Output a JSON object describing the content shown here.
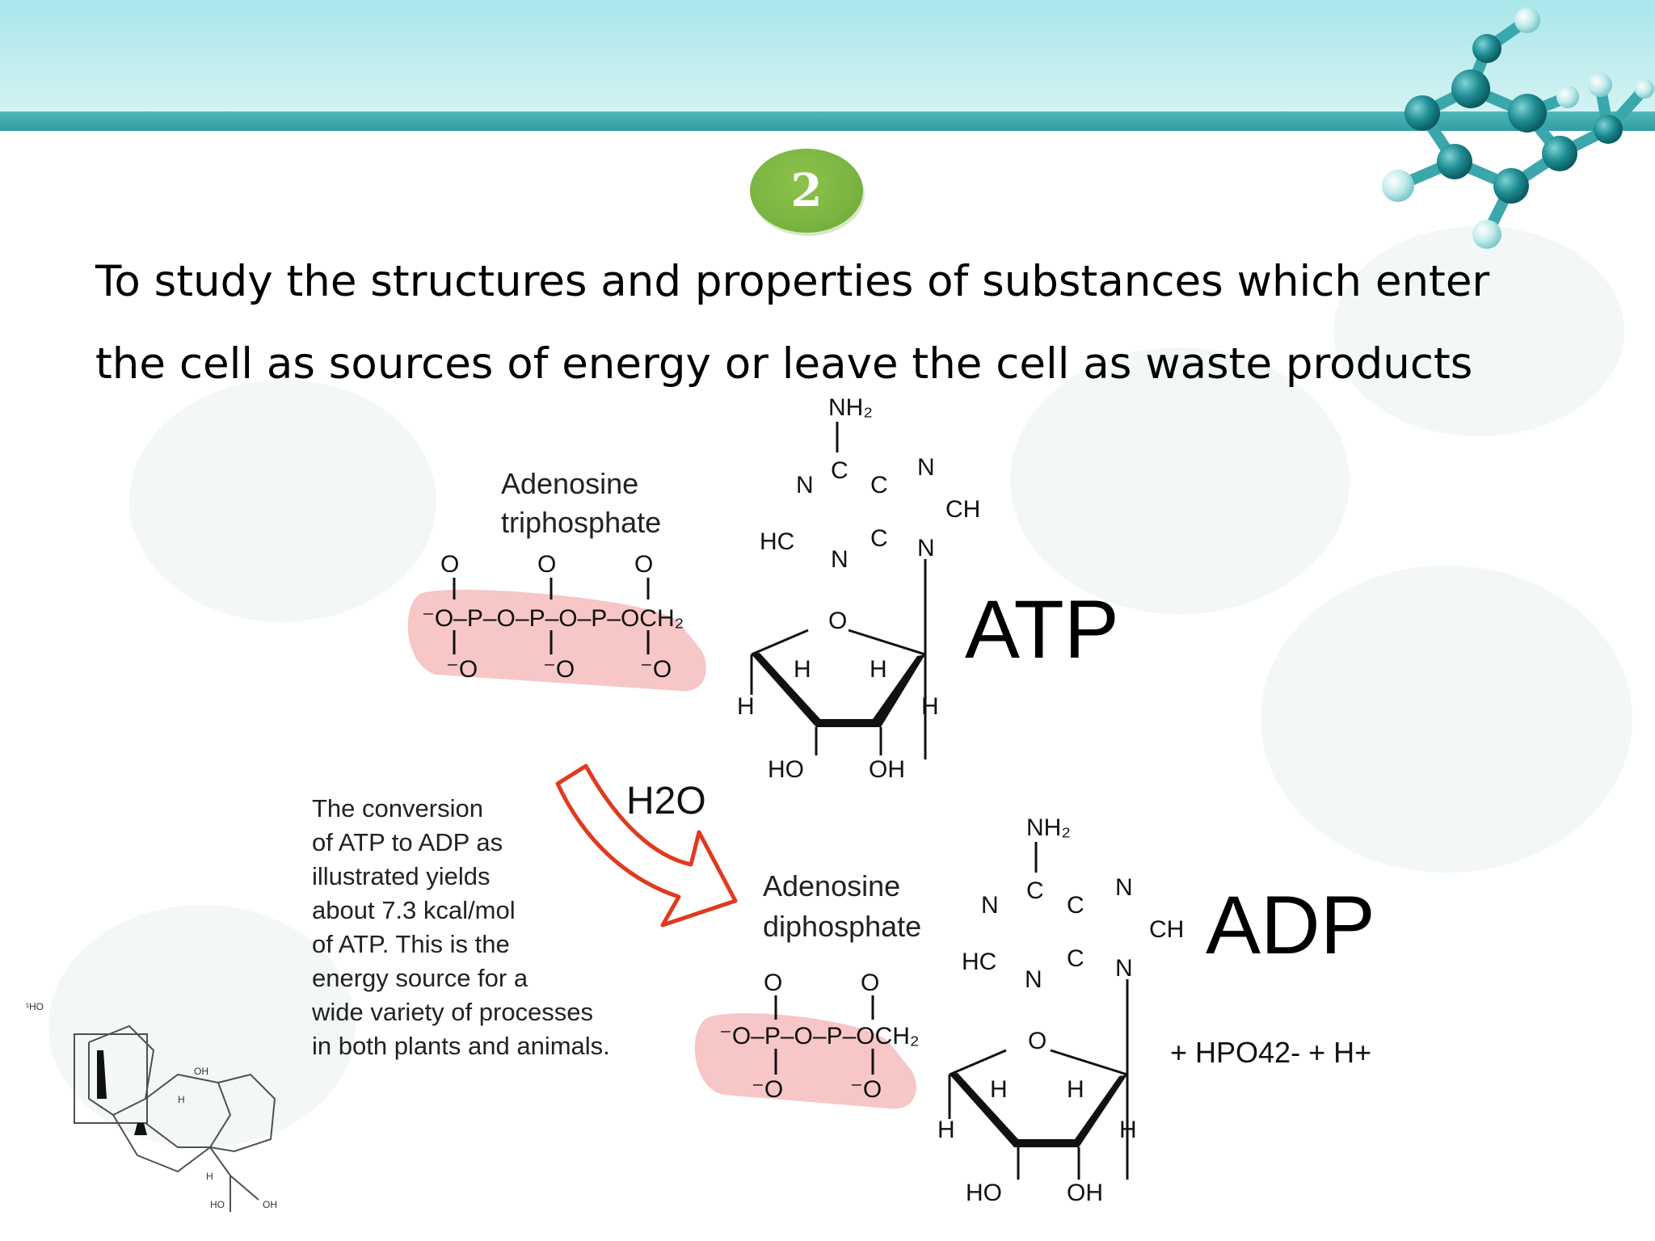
{
  "slide": {
    "number": "2",
    "heading_line1": "To study the structures and properties of substances which enter",
    "heading_line2": "the cell as sources of energy or leave the cell as waste products"
  },
  "atp": {
    "name_line1": "Adenosine",
    "name_line2": "triphosphate",
    "abbrev": "ATP"
  },
  "adp": {
    "name_line1": "Adenosine",
    "name_line2": "diphosphate",
    "abbrev": "ADP"
  },
  "reaction": {
    "water": "H2O",
    "caption": "The conversion\nof ATP to ADP as\nillustrated yields\nabout 7.3 kcal/mol\nof ATP. This is the\nenergy source for a\nwide variety of processes\nin both plants and animals.",
    "products": "+ HPO42- + H+"
  },
  "colors": {
    "header": "#a9e6ea",
    "stripe": "#2e9ea3",
    "badge": "#7bb442",
    "phosphate_highlight": "#f7c6c6",
    "arrow": "#e03a1f"
  },
  "icons": [
    "molecule-model-icon",
    "steroid-structure-icon",
    "reaction-arrow-icon"
  ]
}
